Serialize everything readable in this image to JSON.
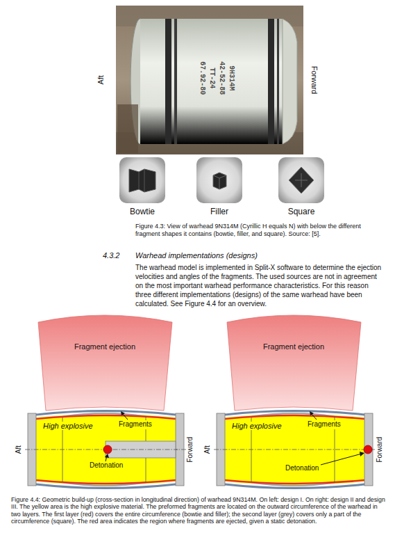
{
  "diagram": {
    "caption": "Figure 4.4: Geometric build-up (cross-section in longitudinal direction) of warhead 9N314M. On left: design I. On right: design II and design III. The yellow area is the high explosive material. The preformed fragments are located on the outward circumference of the warhead in two layers. The first layer (red) covers the entire circumference (bowtie and filler); the second layer (grey) covers only a part of the circumference (square). The red area indicates the region where fragments are ejected, given a static detonation.",
    "nodes": [
      {
        "text": [
          "Fragment ejection"
        ]
      },
      {
        "text": [
          "High explosive"
        ]
      },
      {
        "text": [
          "Fragment ejection"
        ]
      },
      {
        "text": [
          "High explosive"
        ]
      }
    ],
    "labels": [
      "Aft",
      "Forward",
      "9H314M",
      "42-52-88",
      "TT-24",
      "67.92-80",
      "Bowtie",
      "Filler",
      "Square",
      "Figure 4.3: View of warhead 9N314M (Cyrillic H equals N) with below the different fragment shapes it contains (bowtie, filler, and square). Source: [5].",
      "4.3.2",
      "Warhead implementations (designs)",
      "The warhead model is implemented in Split-X software to determine the ejection velocities and angles of the fragments. The used sources are not in agreement on the most important warhead performance characteristics. For this reason three different implementations (designs) of the same warhead have been calculated. See Figure 4.4 for an overview.",
      "Fragments",
      "Detonation",
      "Aft",
      "Forward",
      "Fragments",
      "Detonation",
      "Aft",
      "Forward"
    ]
  }
}
